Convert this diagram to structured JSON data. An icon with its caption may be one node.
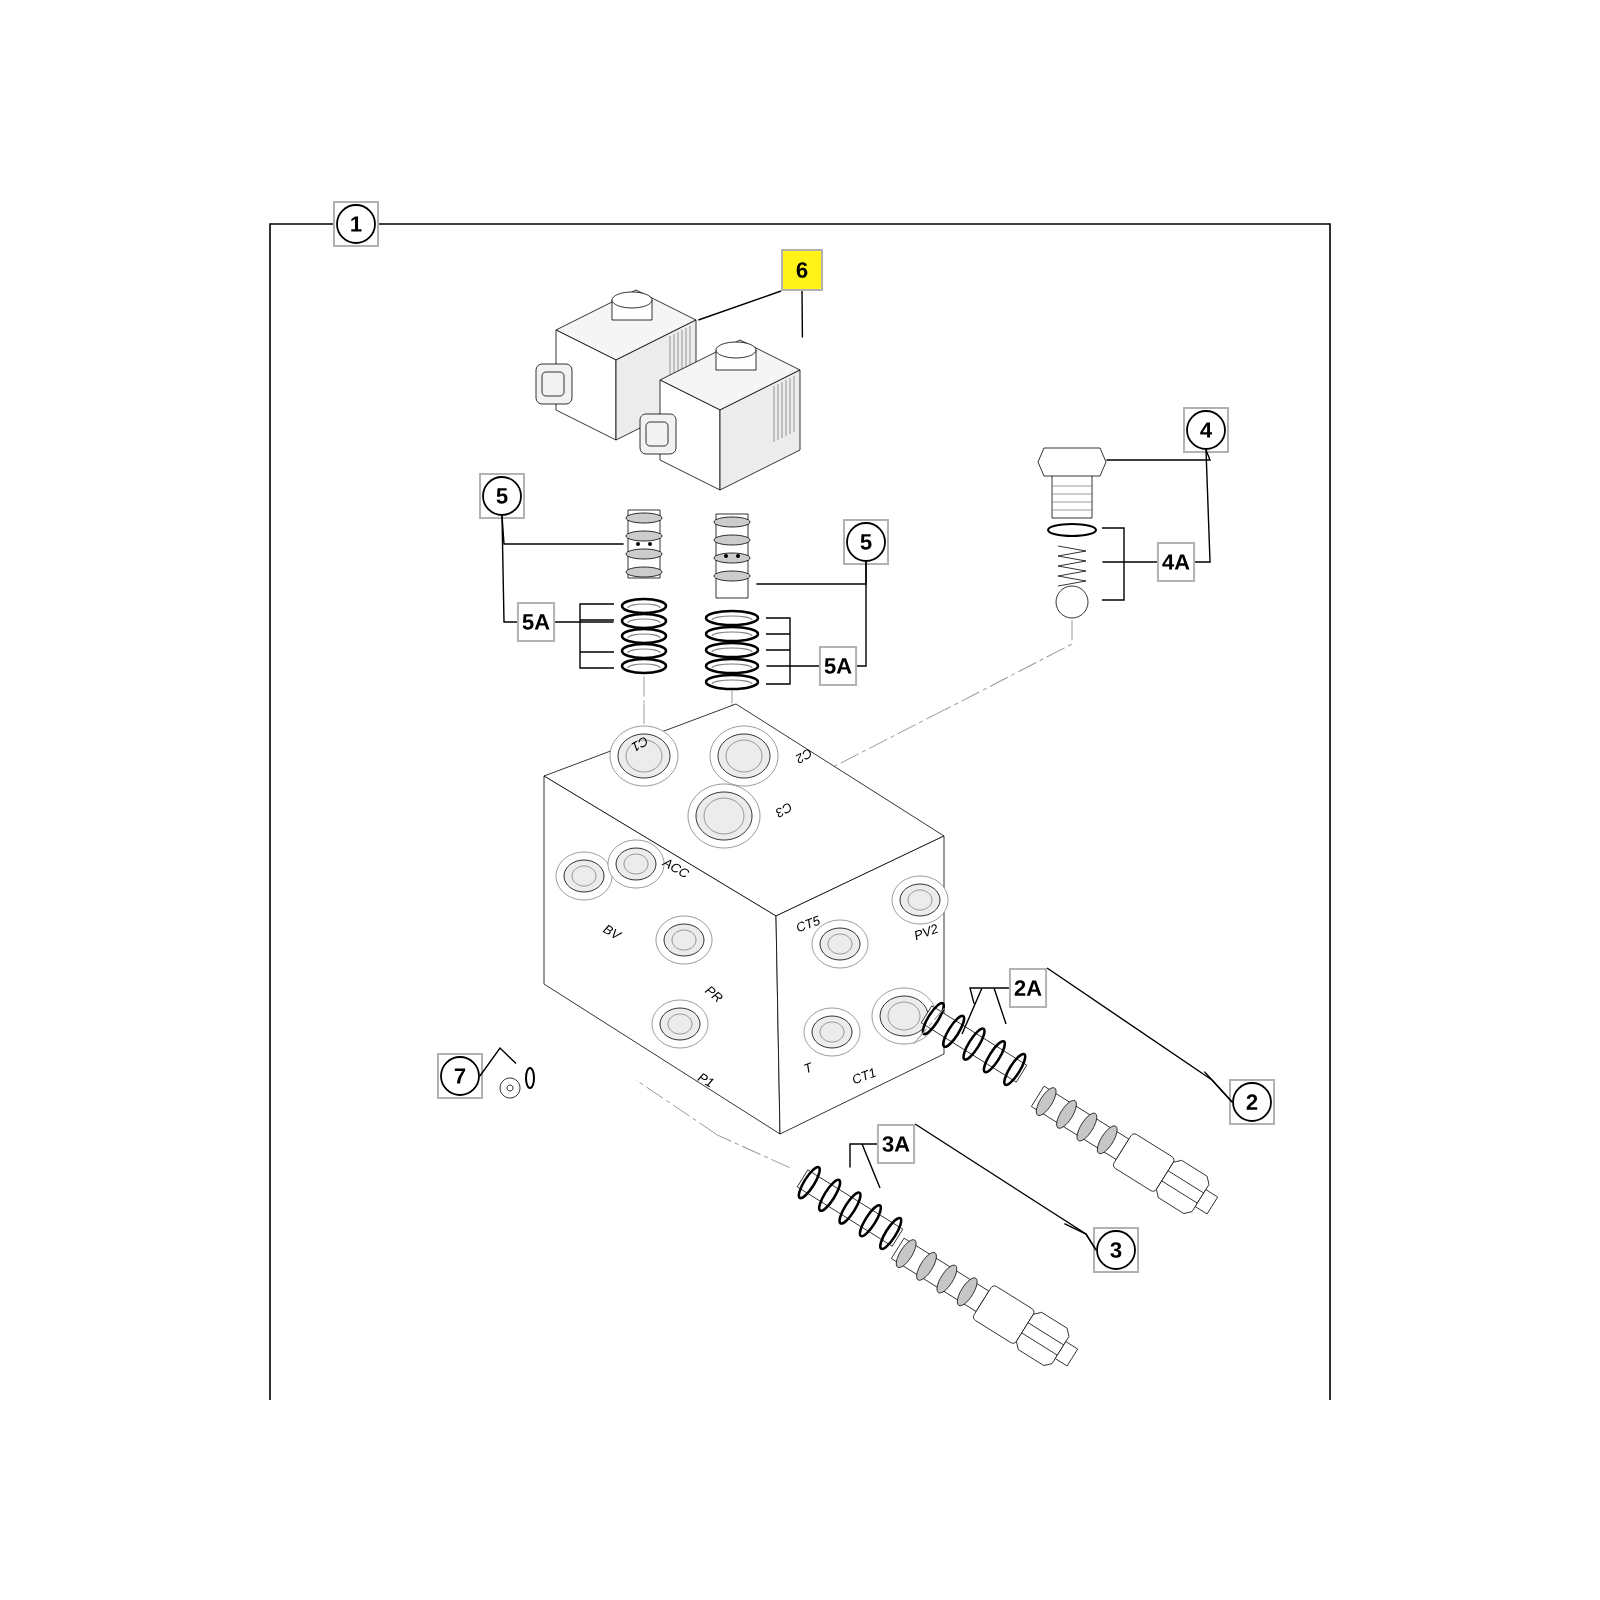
{
  "diagram": {
    "nodes": [
      {
        "text": [
          "1"
        ]
      },
      {
        "text": [
          "6"
        ]
      },
      {
        "text": [],
        "shape": "picture"
      },
      {
        "text": [],
        "shape": "picture"
      },
      {
        "text": [
          "5"
        ]
      },
      {
        "text": [
          "5A"
        ]
      },
      {
        "text": [],
        "shape": "picture"
      },
      {
        "text": [],
        "shape": "picture"
      },
      {
        "text": [
          "5"
        ]
      },
      {
        "text": [
          "5A"
        ]
      },
      {
        "text": [],
        "shape": "picture"
      },
      {
        "text": [],
        "shape": "picture"
      },
      {
        "text": [
          "4"
        ]
      },
      {
        "text": [
          "4A"
        ]
      },
      {
        "text": [],
        "shape": "picture"
      },
      {
        "text": [],
        "shape": "picture"
      },
      {
        "text": [],
        "shape": "picture"
      },
      {
        "text": [
          "2A"
        ]
      },
      {
        "text": [
          "2"
        ]
      },
      {
        "text": [],
        "shape": "picture"
      },
      {
        "text": [],
        "shape": "picture"
      },
      {
        "text": [
          "3A"
        ]
      },
      {
        "text": [
          "3"
        ]
      },
      {
        "text": [],
        "shape": "picture"
      },
      {
        "text": [],
        "shape": "picture"
      },
      {
        "text": [
          "7"
        ]
      },
      {
        "text": [],
        "shape": "picture"
      }
    ],
    "edges": [
      {
        "from": 1,
        "to": 2,
        "arrow": "none"
      },
      {
        "from": 1,
        "to": 3,
        "arrow": "none"
      },
      {
        "from": 4,
        "to": 6,
        "arrow": "none"
      },
      {
        "from": 4,
        "to": 5,
        "arrow": "none"
      },
      {
        "from": 5,
        "to": 7,
        "arrow": "none"
      },
      {
        "from": 8,
        "to": 10,
        "arrow": "none"
      },
      {
        "from": 8,
        "to": 9,
        "arrow": "none"
      },
      {
        "from": 9,
        "to": 11,
        "arrow": "none"
      },
      {
        "from": 12,
        "to": 14,
        "arrow": "none"
      },
      {
        "from": 12,
        "to": 13,
        "arrow": "none"
      },
      {
        "from": 13,
        "to": 15,
        "arrow": "none"
      },
      {
        "from": 17,
        "to": 19,
        "arrow": "none"
      },
      {
        "from": 18,
        "to": 17,
        "arrow": "none"
      },
      {
        "from": 18,
        "to": 20,
        "arrow": "none"
      },
      {
        "from": 21,
        "to": 23,
        "arrow": "none"
      },
      {
        "from": 22,
        "to": 21,
        "arrow": "none"
      },
      {
        "from": 22,
        "to": 24,
        "arrow": "none"
      },
      {
        "from": 25,
        "to": 26,
        "arrow": "none"
      },
      {
        "from": 7,
        "to": 16,
        "arrow": "none",
        "style": "dashed",
        "color": "#9a9a9a"
      },
      {
        "from": 11,
        "to": 16,
        "arrow": "none",
        "style": "dashed",
        "color": "#9a9a9a"
      },
      {
        "from": 15,
        "to": 16,
        "arrow": "none",
        "style": "dashed",
        "color": "#9a9a9a"
      },
      {
        "from": 19,
        "to": 16,
        "arrow": "none",
        "style": "dashed",
        "color": "#9a9a9a"
      },
      {
        "from": 23,
        "to": 16,
        "arrow": "none",
        "style": "dashed",
        "color": "#9a9a9a"
      }
    ],
    "labels": [
      "C1",
      "C2",
      "C3",
      "ACC",
      "BV",
      "CT5",
      "PV2",
      "PR",
      "P1",
      "T",
      "CT1"
    ]
  }
}
